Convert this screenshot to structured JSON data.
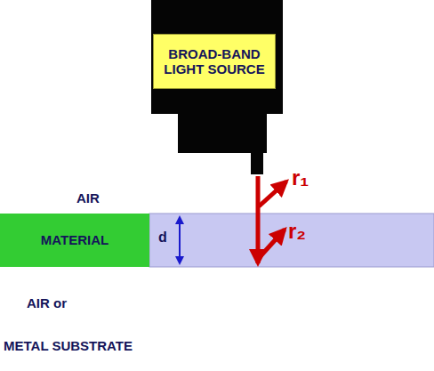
{
  "diagram": {
    "nodes": [
      {
        "text": [
          "BROAD-BAND LIGHT SOURCE"
        ]
      },
      {
        "text": [
          "MATERIAL"
        ]
      }
    ],
    "labels": [
      "r₁",
      "r₂",
      "AIR",
      "d",
      "AIR or",
      "METAL SUBSTRATE"
    ]
  }
}
